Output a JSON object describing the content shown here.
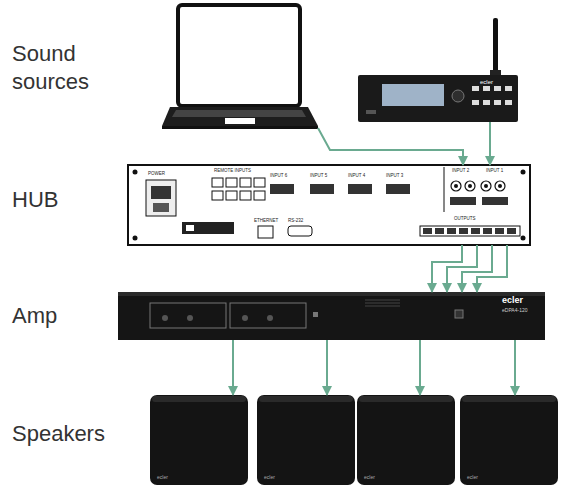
{
  "diagram": {
    "nodes": [
      {
        "text": []
      },
      {
        "text": [
          "ecler"
        ]
      },
      {
        "text": [
          "POWER",
          "REMOTE INPUTS",
          "ETHERNET",
          "RS-232",
          "INPUT 6",
          "INPUT 5",
          "INPUT 4",
          "INPUT 3",
          "INPUT 2",
          "INPUT 1",
          "OUTPUTS"
        ]
      },
      {
        "text": [
          "ecler",
          "eDPA4-120"
        ]
      },
      {
        "text": [
          "ecler"
        ]
      },
      {
        "text": [
          "ecler"
        ]
      },
      {
        "text": [
          "ecler"
        ]
      },
      {
        "text": [
          "ecler"
        ]
      }
    ],
    "edges": [
      {
        "from": 0,
        "to": 2,
        "arrow": "to"
      },
      {
        "from": 1,
        "to": 2,
        "arrow": "to"
      },
      {
        "from": 2,
        "to": 3,
        "arrow": "to"
      },
      {
        "from": 2,
        "to": 3,
        "arrow": "to"
      },
      {
        "from": 2,
        "to": 3,
        "arrow": "to"
      },
      {
        "from": 2,
        "to": 3,
        "arrow": "to"
      },
      {
        "from": 3,
        "to": 4,
        "arrow": "to"
      },
      {
        "from": 3,
        "to": 5,
        "arrow": "to"
      },
      {
        "from": 3,
        "to": 6,
        "arrow": "to"
      },
      {
        "from": 3,
        "to": 7,
        "arrow": "to"
      }
    ],
    "labels": [
      "Sound sources",
      "HUB",
      "Amp",
      "Speakers"
    ]
  }
}
